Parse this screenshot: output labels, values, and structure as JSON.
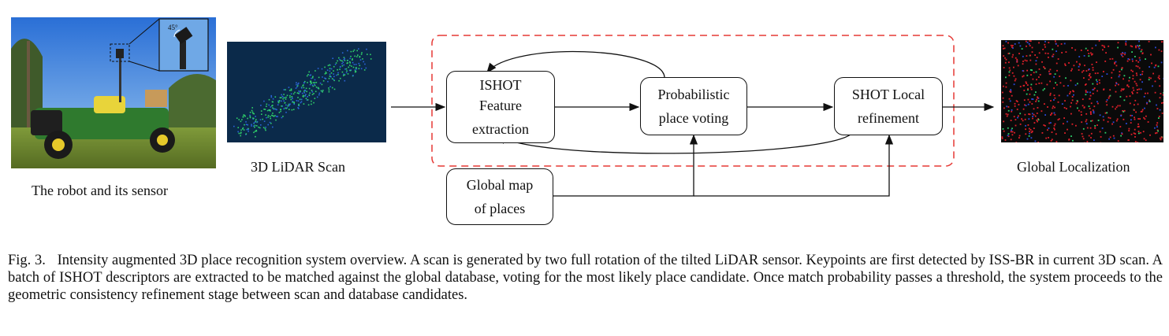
{
  "panels": {
    "robot": {
      "label": "The robot and its sensor",
      "inset_angle": "45°"
    },
    "scan": {
      "label": "3D LiDAR Scan"
    },
    "localization": {
      "label": "Global Localization"
    }
  },
  "boxes": {
    "ishot": {
      "lines": [
        "ISHOT",
        "Feature",
        "extraction"
      ]
    },
    "voting": {
      "lines": [
        "Probabilistic",
        "place voting"
      ]
    },
    "shot": {
      "lines": [
        "SHOT Local",
        "refinement"
      ]
    },
    "map": {
      "lines": [
        "Global map",
        "of places"
      ]
    }
  },
  "caption": {
    "fig_number": "Fig. 3.",
    "text": "Intensity augmented 3D place recognition system overview. A scan is generated by two full rotation of the tilted LiDAR sensor. Keypoints are first detected by ISS-BR in current 3D scan. A batch of ISHOT descriptors are extracted to be matched against the global database, voting for the most likely place candidate. Once match probability passes a threshold, the system proceeds to the geometric consistency refinement stage between scan and database candidates."
  },
  "colors": {
    "dashed_boundary": "#e53935",
    "arrow": "#111111",
    "scan_background": "#0b2a4a",
    "scan_points": "#2fd06a",
    "map_points": "#e0202a"
  }
}
